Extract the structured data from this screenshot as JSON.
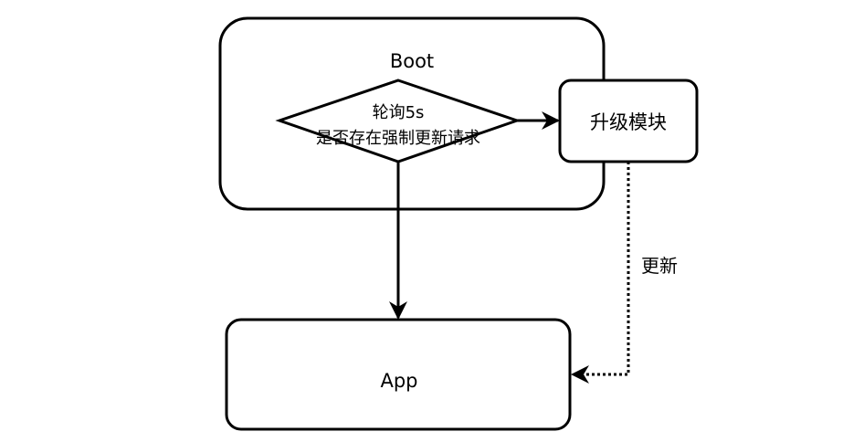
{
  "diagram": {
    "boot": {
      "label": "Boot"
    },
    "decision": {
      "line1": "轮询5s",
      "line2": "是否存在强制更新请求"
    },
    "upgrade": {
      "label": "升级模块"
    },
    "app": {
      "label": "App"
    },
    "update_edge": {
      "label": "更新"
    }
  },
  "colors": {
    "stroke": "#000000",
    "fill": "#ffffff",
    "text": "#000000"
  }
}
